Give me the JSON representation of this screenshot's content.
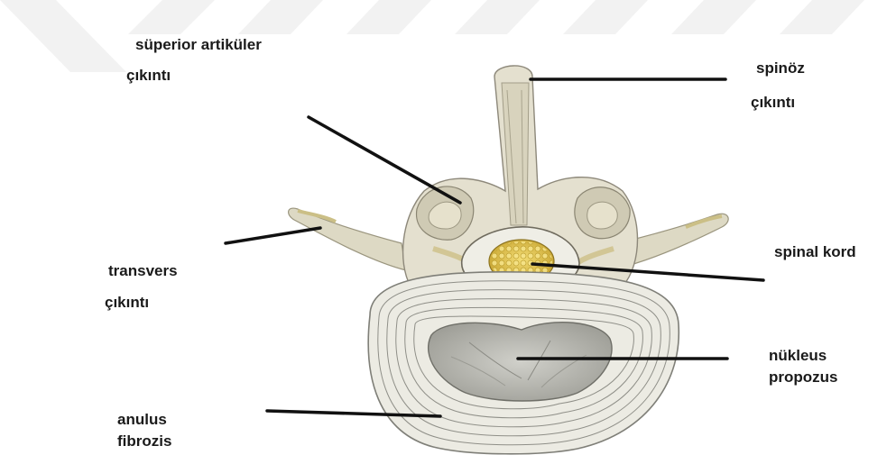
{
  "labels": {
    "superior_line1": "süperior artiküler",
    "superior_line2": "çıkıntı",
    "spinoz_line1": "spinöz",
    "spinoz_line2": "çıkıntı",
    "spinal_kord": "spinal kord",
    "transvers_line1": "transvers",
    "transvers_line2": "çıkıntı",
    "nukleus_line1": "nükleus",
    "nukleus_line2": "propozus",
    "anulus_line1": "anulus",
    "anulus_line2": "fibrozis"
  },
  "colors": {
    "bone_fill": "#e4e0cf",
    "bone_shadow": "#b9b39a",
    "tan_accent": "#cdbf86",
    "spinal_cord": "#e3c64a",
    "disc_ring": "#ecebe3",
    "ring_line": "#8f8f88",
    "nucleus": "#bdbdb6",
    "leader_line": "#111111",
    "watermark": "#f1f1f1"
  }
}
